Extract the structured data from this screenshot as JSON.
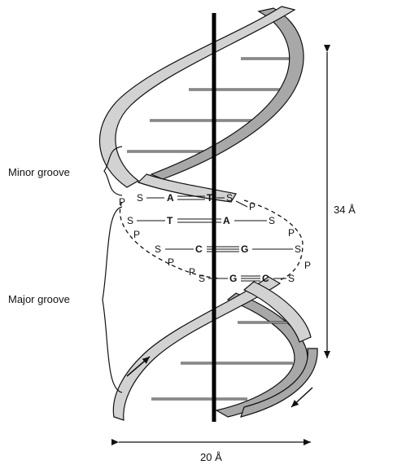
{
  "labels": {
    "minor_groove": "Minor groove",
    "major_groove": "Major groove",
    "pitch": "34 Å",
    "diameter": "20 Å"
  },
  "pairs": [
    {
      "left_sugar": "S",
      "left_base": "A",
      "right_base": "T",
      "right_sugar": "S"
    },
    {
      "left_sugar": "S",
      "left_base": "T",
      "right_base": "A",
      "right_sugar": "S"
    },
    {
      "left_sugar": "S",
      "left_base": "C",
      "right_base": "G",
      "right_sugar": "S"
    },
    {
      "left_sugar": "S",
      "left_base": "G",
      "right_base": "C",
      "right_sugar": "S"
    }
  ],
  "phosphate": "P",
  "colors": {
    "strand_fill": "#d2d2d2",
    "strand_shade": "#a8a8a8",
    "outline": "#111111",
    "axis": "#000000"
  }
}
